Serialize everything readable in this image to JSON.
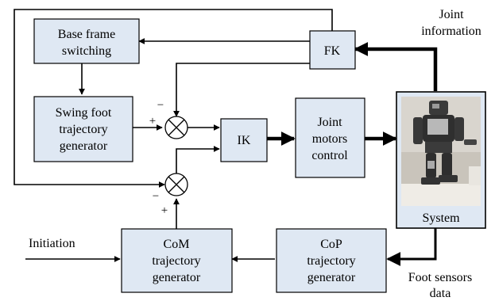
{
  "blocks": {
    "base_frame": [
      "Base frame",
      "switching"
    ],
    "swing_foot": [
      "Swing foot",
      "trajectory",
      "generator"
    ],
    "fk": [
      "FK"
    ],
    "ik": [
      "IK"
    ],
    "joint_motors": [
      "Joint",
      "motors",
      "control"
    ],
    "system": [
      "System"
    ],
    "com": [
      "CoM",
      "trajectory",
      "generator"
    ],
    "cop": [
      "CoP",
      "trajectory",
      "generator"
    ]
  },
  "labels": {
    "joint_info": [
      "Joint",
      "information"
    ],
    "foot_sensors": [
      "Foot sensors",
      "data"
    ],
    "initiation": "Initiation"
  },
  "signs": {
    "minus": "−",
    "plus": "+"
  }
}
